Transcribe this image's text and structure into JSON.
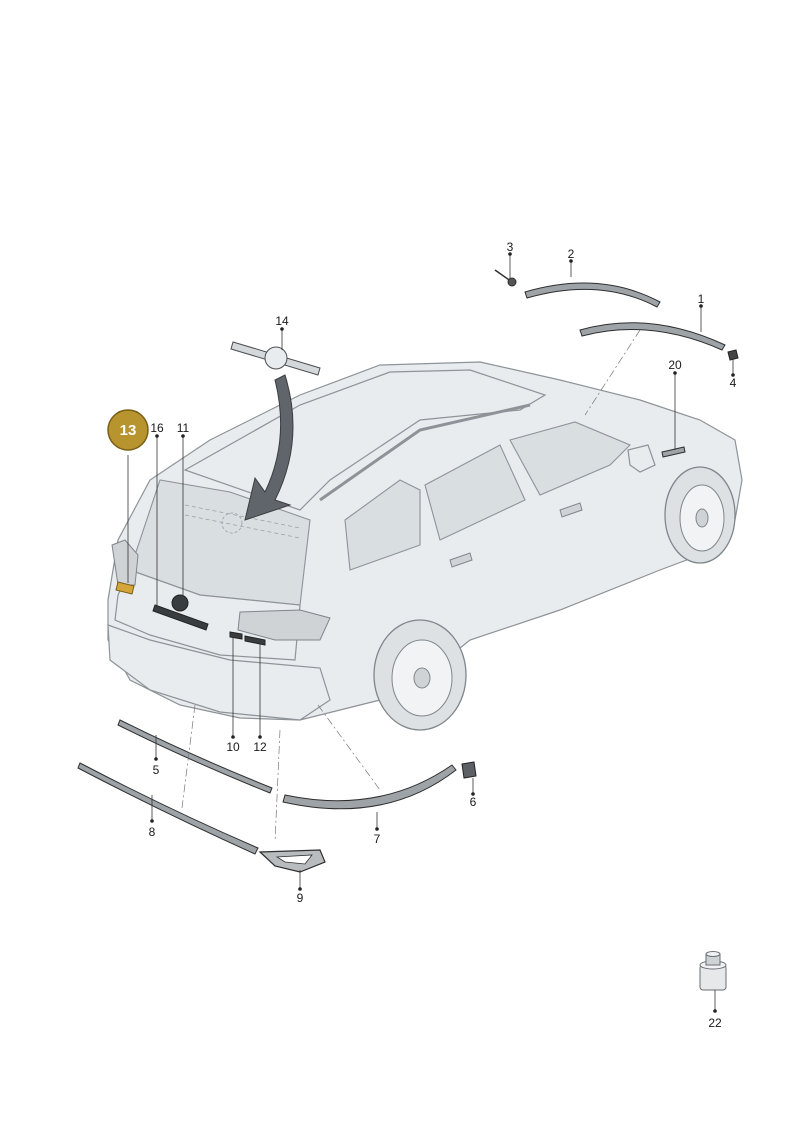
{
  "callouts": [
    {
      "id": "1",
      "label": "1"
    },
    {
      "id": "2",
      "label": "2"
    },
    {
      "id": "3",
      "label": "3"
    },
    {
      "id": "4",
      "label": "4"
    },
    {
      "id": "5",
      "label": "5"
    },
    {
      "id": "6",
      "label": "6"
    },
    {
      "id": "7",
      "label": "7"
    },
    {
      "id": "8",
      "label": "8"
    },
    {
      "id": "9",
      "label": "9"
    },
    {
      "id": "10",
      "label": "10"
    },
    {
      "id": "11",
      "label": "11"
    },
    {
      "id": "12",
      "label": "12"
    },
    {
      "id": "14",
      "label": "14"
    },
    {
      "id": "16",
      "label": "16"
    },
    {
      "id": "20",
      "label": "20"
    },
    {
      "id": "22",
      "label": "22"
    }
  ],
  "highlighted": {
    "label": "13",
    "color": "#b8942e",
    "border": "#7a5f15"
  },
  "colors": {
    "body": "#e9ecee",
    "outline": "#8d9398",
    "part": "#9ea3a7"
  }
}
